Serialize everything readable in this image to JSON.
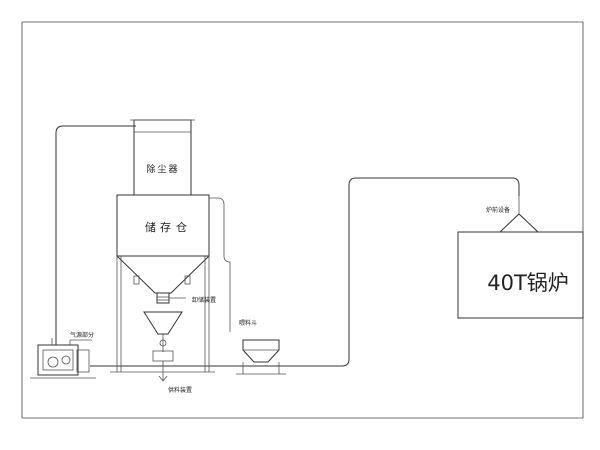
{
  "labels": {
    "dust_collector": "除尘器",
    "storage_silo": [
      "储",
      "存",
      "仓"
    ],
    "unloading_device": "卸储装置",
    "feed_hopper": "喂料斗",
    "air_source": "气源部分",
    "feeding_device": "供料装置",
    "boiler_equipment": "炉前设备",
    "boiler": "40T锅炉"
  },
  "colors": {
    "line": "#333333",
    "background": "#ffffff"
  }
}
